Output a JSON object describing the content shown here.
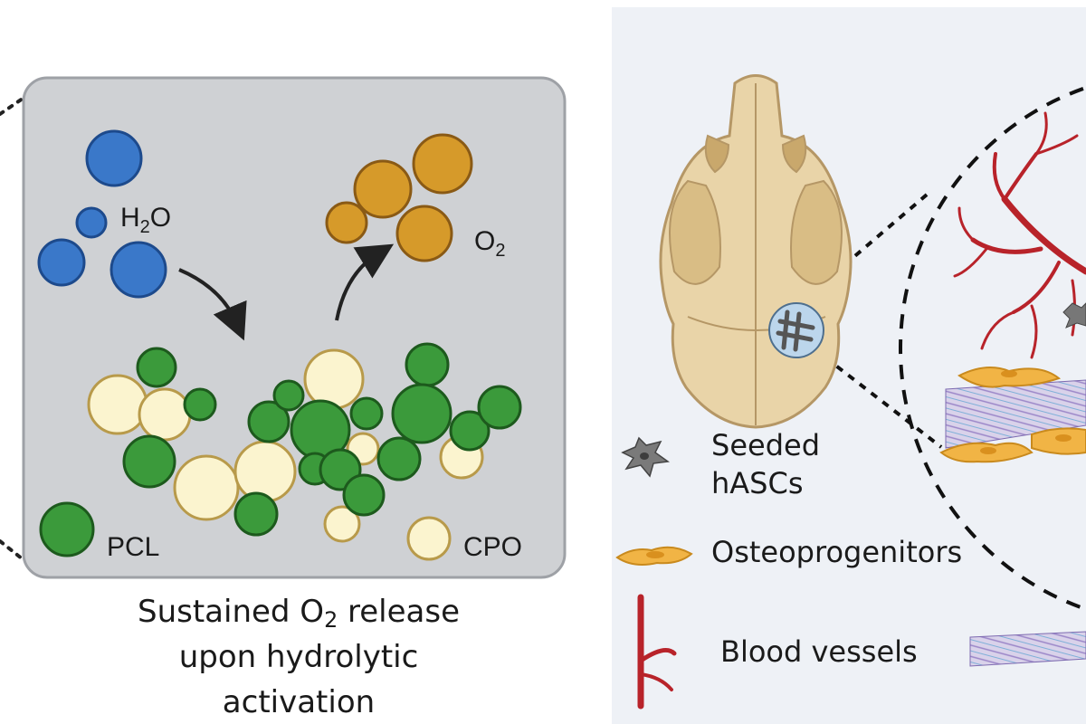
{
  "left_panel": {
    "water_label": "H",
    "water_sub": "2",
    "water_tail": "O",
    "oxygen_label": "O",
    "oxygen_sub": "2",
    "pcl_label": "PCL",
    "cpo_label": "CPO",
    "caption": {
      "line1_a": "Sustained O",
      "line1_sub": "2",
      "line1_b": " release",
      "line2": "upon hydrolytic",
      "line3": "activation"
    }
  },
  "legend": {
    "seeded_line1": "Seeded",
    "seeded_line2": "hASCs",
    "osteoprogenitors": "Osteoprogenitors",
    "blood_vessels": "Blood vessels"
  },
  "colors": {
    "water": "#3a78c9",
    "oxygen": "#d69a2a",
    "pcl": "#3b9a3b",
    "cpo": "#fbf4cf",
    "skull": "#e9d4a8",
    "vessel": "#b8232a",
    "panel_bg": "#cfd1d4",
    "right_bg": "#eef1f6"
  }
}
